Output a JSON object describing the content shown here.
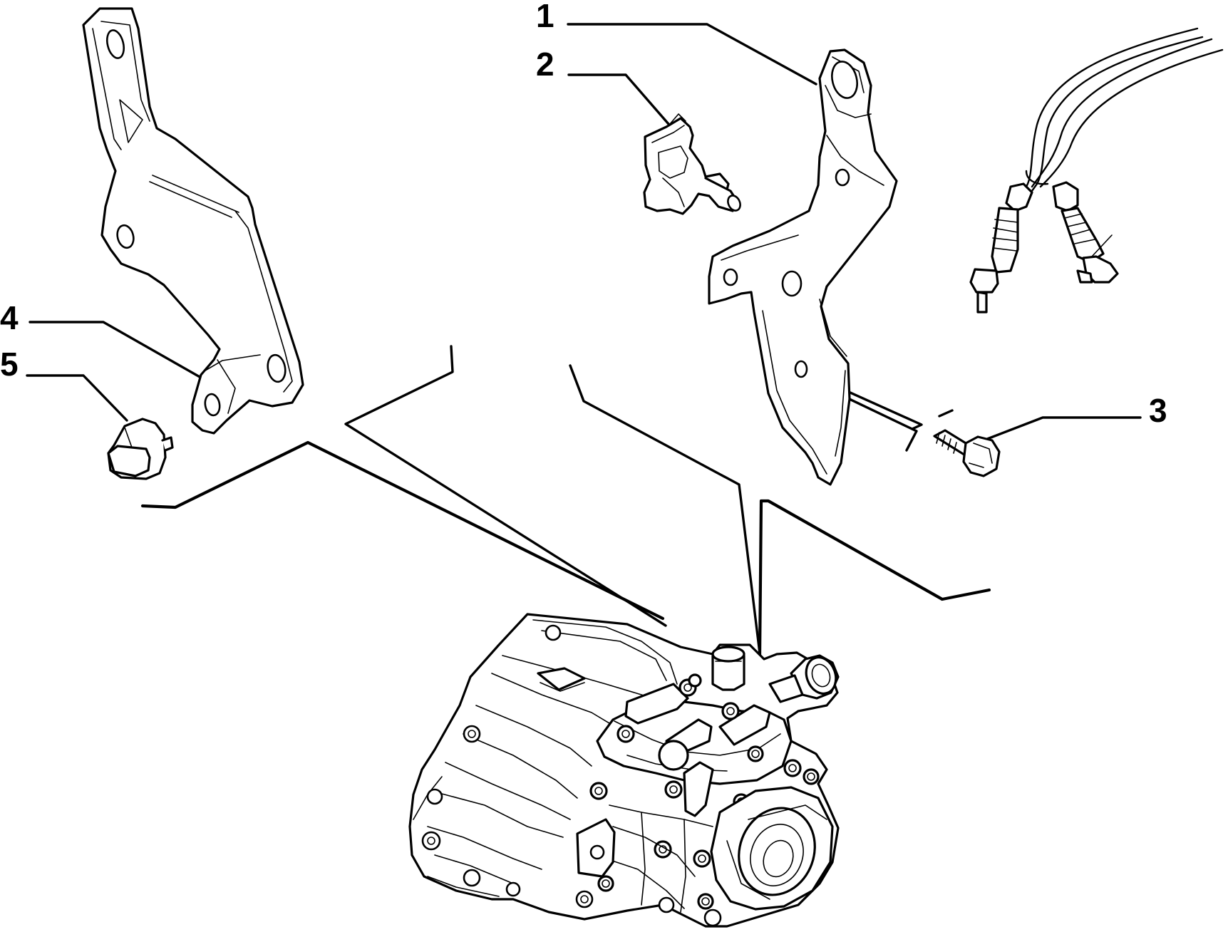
{
  "diagram": {
    "callouts": [
      {
        "id": "1",
        "label": "1"
      },
      {
        "id": "2",
        "label": "2"
      },
      {
        "id": "3",
        "label": "3"
      },
      {
        "id": "4",
        "label": "4"
      },
      {
        "id": "5",
        "label": "5"
      }
    ],
    "parts": {
      "p1": "bracket-1",
      "p2": "cable-clip",
      "p3": "flange-bolt",
      "p4": "bracket-4",
      "p5": "rubber-cap",
      "cables": "gear-cables",
      "gearbox": "gearbox-assembly"
    }
  }
}
